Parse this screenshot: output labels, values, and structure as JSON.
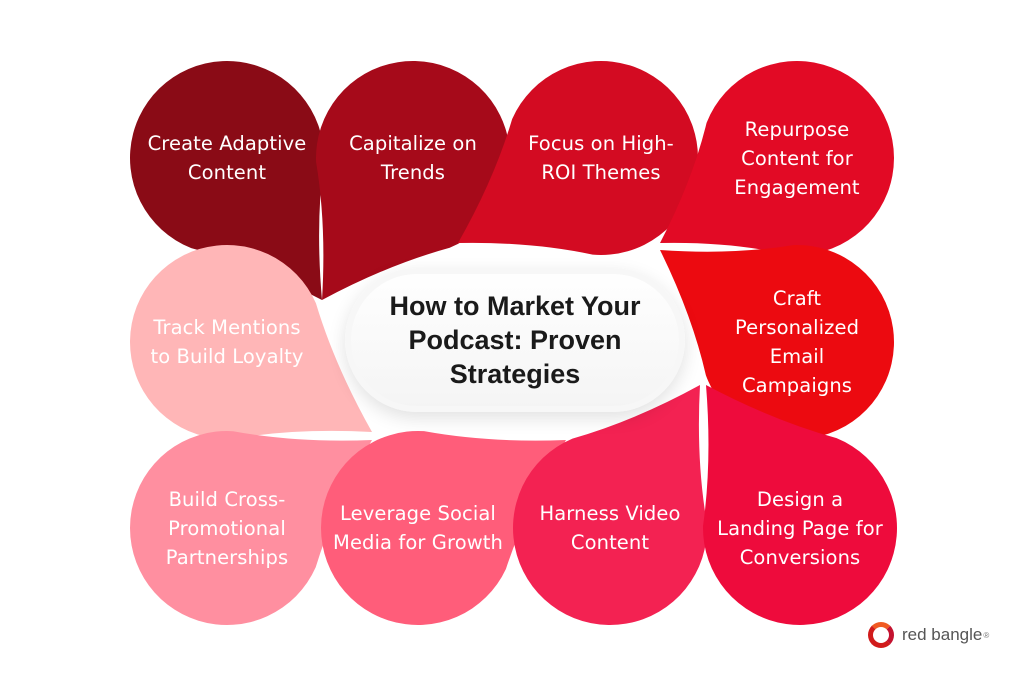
{
  "title": "How to Market Your Podcast: Proven Strategies",
  "brand": {
    "name": "red bangle",
    "registered": "®",
    "accent": "#d11b1b"
  },
  "strategies": [
    {
      "label": "Create Adaptive Content",
      "color": "#8a0b16"
    },
    {
      "label": "Capitalize on Trends",
      "color": "#a60a1a"
    },
    {
      "label": "Focus on High-ROI Themes",
      "color": "#d30b22"
    },
    {
      "label": "Repurpose Content for Engagement",
      "color": "#e20a25"
    },
    {
      "label": "Craft Personalized Email Campaigns",
      "color": "#ec0a10"
    },
    {
      "label": "Track Mentions to Build Loyalty",
      "color": "#ffb6b7"
    },
    {
      "label": "Build Cross-Promotional Partnerships",
      "color": "#ff8fa0"
    },
    {
      "label": "Leverage Social Media for Growth",
      "color": "#ff5d7a"
    },
    {
      "label": "Harness Video Content",
      "color": "#f32252"
    },
    {
      "label": "Design a Landing Page for Conversions",
      "color": "#ee0b3c"
    }
  ]
}
